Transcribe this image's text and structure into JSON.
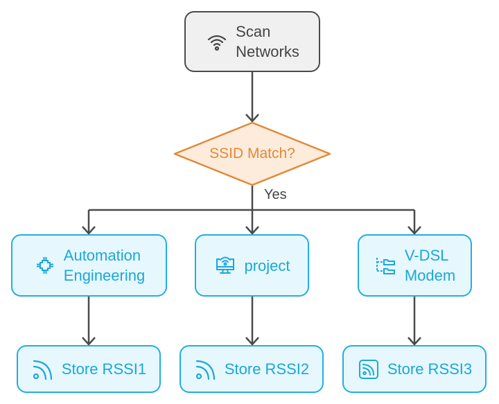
{
  "colors": {
    "start_fill": "#f0f0f0",
    "start_stroke": "#4a4a4a",
    "decision_fill": "#fdebdb",
    "decision_stroke": "#e08a37",
    "process_fill": "#e6f8fd",
    "process_stroke": "#22aee0",
    "edge": "#4a4a4a"
  },
  "nodes": {
    "scan": {
      "label_line1": "Scan",
      "label_line2": "Networks",
      "icon": "wifi-icon"
    },
    "decision": {
      "label": "SSID Match?"
    },
    "automation": {
      "label_line1": "Automation",
      "label_line2": "Engineering",
      "icon": "circuit-connector-icon"
    },
    "project": {
      "label": "project",
      "icon": "monitor-wifi-icon"
    },
    "vdsl": {
      "label_line1": "V-DSL",
      "label_line2": "Modem",
      "icon": "folder-tree-icon"
    },
    "store1": {
      "label": "Store RSSI1",
      "icon": "rss-feed-icon"
    },
    "store2": {
      "label": "Store RSSI2",
      "icon": "rss-feed-icon"
    },
    "store3": {
      "label": "Store RSSI3",
      "icon": "rss-square-icon"
    }
  },
  "edges": [
    {
      "from": "scan",
      "to": "decision",
      "label": ""
    },
    {
      "from": "decision",
      "to": "automation",
      "label": "Yes"
    },
    {
      "from": "decision",
      "to": "project",
      "label": "Yes"
    },
    {
      "from": "decision",
      "to": "vdsl",
      "label": "Yes"
    },
    {
      "from": "automation",
      "to": "store1",
      "label": ""
    },
    {
      "from": "project",
      "to": "store2",
      "label": ""
    },
    {
      "from": "vdsl",
      "to": "store3",
      "label": ""
    }
  ],
  "edge_label_yes": "Yes"
}
